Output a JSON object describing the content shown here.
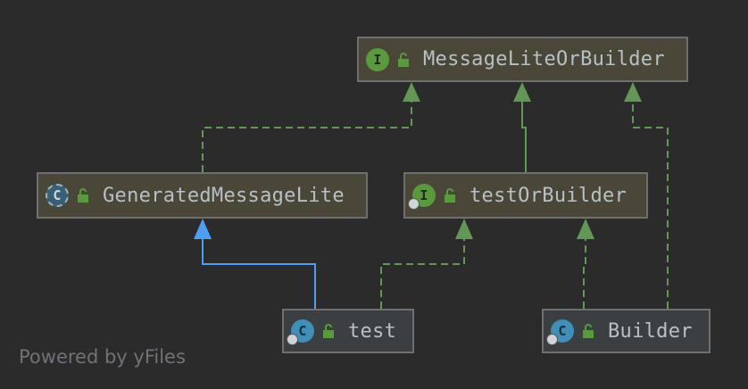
{
  "nodes": {
    "message_lite_or_builder": {
      "name": "MessageLiteOrBuilder",
      "kind": "I"
    },
    "generated_message_lite": {
      "name": "GeneratedMessageLite",
      "kind": "C"
    },
    "test_or_builder": {
      "name": "testOrBuilder",
      "kind": "I"
    },
    "test": {
      "name": "test",
      "kind": "C"
    },
    "builder": {
      "name": "Builder",
      "kind": "C"
    }
  },
  "edges": [
    {
      "from": "GeneratedMessageLite",
      "to": "MessageLiteOrBuilder",
      "type": "implements"
    },
    {
      "from": "testOrBuilder",
      "to": "MessageLiteOrBuilder",
      "type": "extends"
    },
    {
      "from": "Builder",
      "to": "MessageLiteOrBuilder",
      "type": "implements"
    },
    {
      "from": "test",
      "to": "GeneratedMessageLite",
      "type": "extends"
    },
    {
      "from": "test",
      "to": "testOrBuilder",
      "type": "implements"
    },
    {
      "from": "Builder",
      "to": "testOrBuilder",
      "type": "implements"
    }
  ],
  "colors": {
    "implements": "#629755",
    "extends_interface": "#629755",
    "extends_class": "#4f9ef5",
    "node_bg": "#4a4739",
    "background": "#2b2b2b"
  },
  "footer": "Powered by yFiles"
}
